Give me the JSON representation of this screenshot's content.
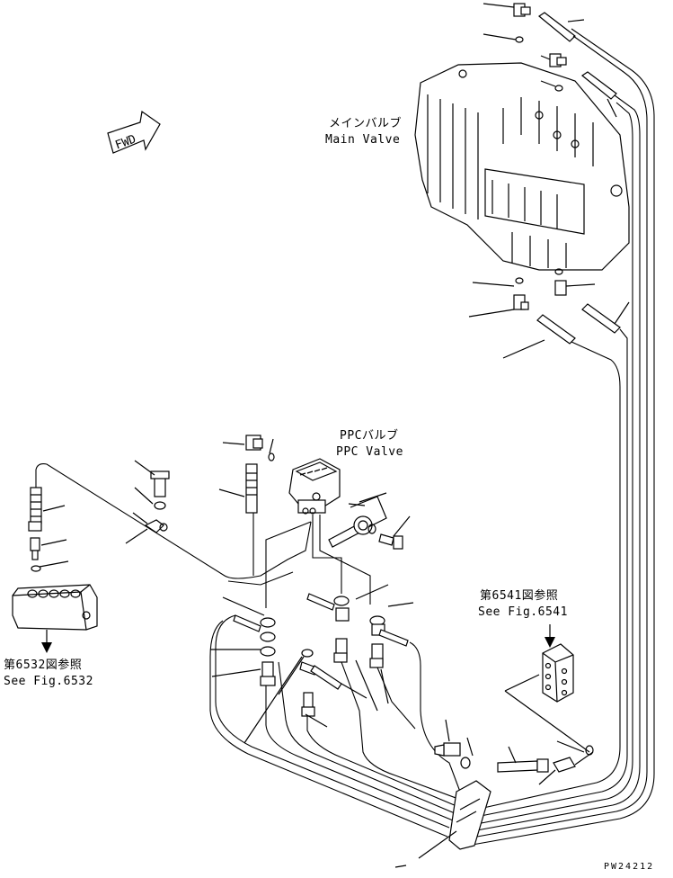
{
  "labels": {
    "main_valve_jp": "メインバルブ",
    "main_valve_en": "Main Valve",
    "ppc_valve_jp": "PPCバルブ",
    "ppc_valve_en": "PPC Valve",
    "ref_6541_jp": "第6541図参照",
    "ref_6541_en": "See Fig.6541",
    "ref_6532_jp": "第6532図参照",
    "ref_6532_en": "See Fig.6532",
    "fwd": "FWD",
    "drawing_code": "PW24212"
  }
}
